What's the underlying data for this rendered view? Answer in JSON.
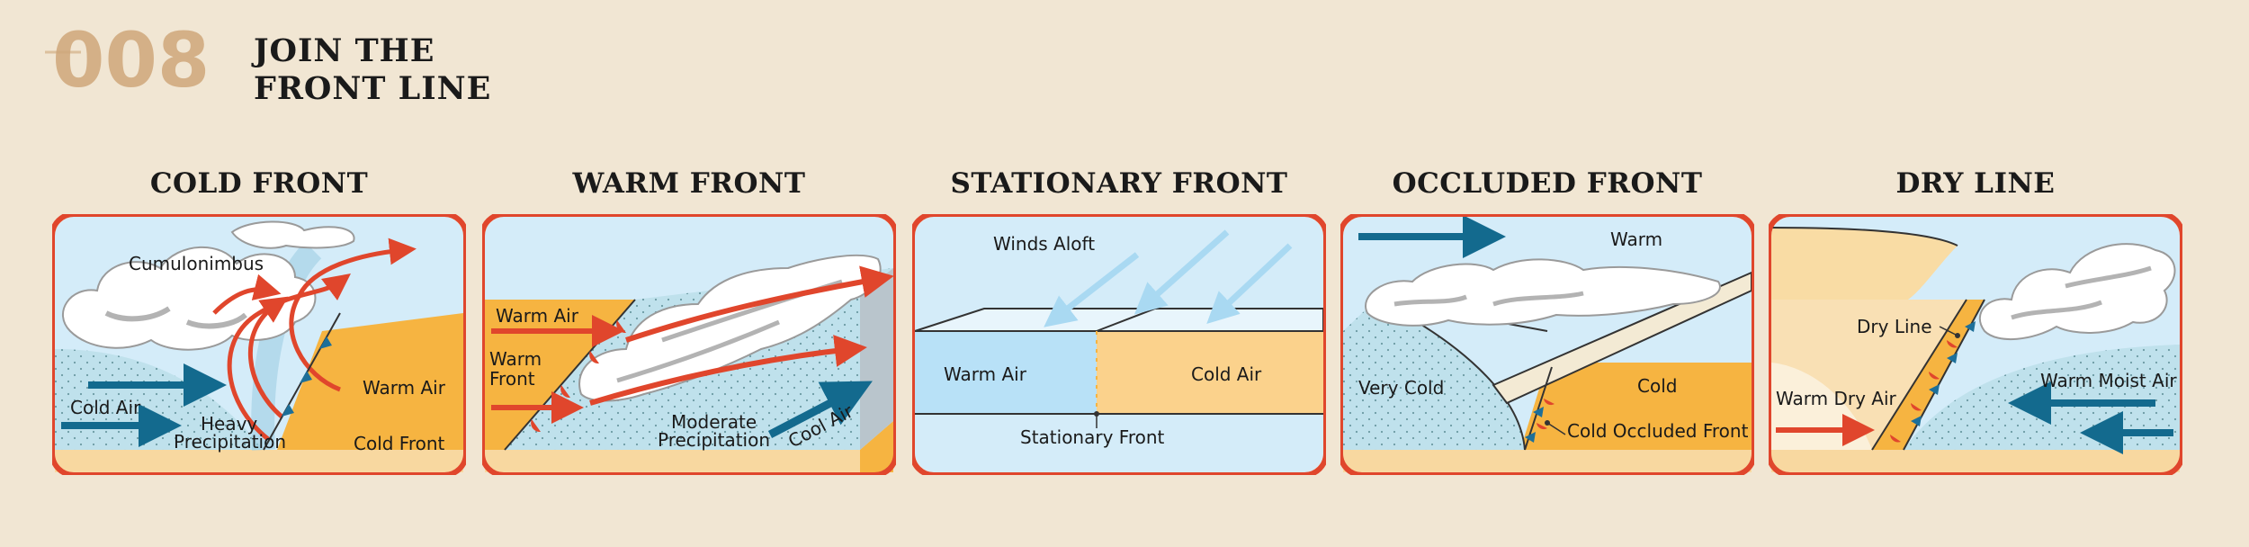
{
  "header": {
    "number": "008",
    "title_line1": "JOIN THE",
    "title_line2": "FRONT LINE"
  },
  "panels": [
    {
      "title": "COLD FRONT",
      "labels": {
        "cloud": "Cumulonimbus",
        "warm_air": "Warm Air",
        "cold_air": "Cold Air",
        "precip_1": "Heavy",
        "precip_2": "Precipitation",
        "front": "Cold Front"
      }
    },
    {
      "title": "WARM FRONT",
      "labels": {
        "warm_air": "Warm Air",
        "front_1": "Warm",
        "front_2": "Front",
        "precip_1": "Moderate",
        "precip_2": "Precipitation",
        "cool_air": "Cool Air"
      }
    },
    {
      "title": "STATIONARY FRONT",
      "labels": {
        "winds": "Winds Aloft",
        "warm_air": "Warm Air",
        "cold_air": "Cold Air",
        "front": "Stationary Front"
      }
    },
    {
      "title": "OCCLUDED FRONT",
      "labels": {
        "warm": "Warm",
        "very_cold": "Very Cold",
        "cold": "Cold",
        "front": "Cold Occluded Front"
      }
    },
    {
      "title": "DRY LINE",
      "labels": {
        "dry_line": "Dry Line",
        "warm_dry": "Warm Dry Air",
        "warm_moist": "Warm Moist Air"
      }
    }
  ],
  "colors": {
    "frame": "#e0462c",
    "sky": "#d4ecf9",
    "warm": "#f6b441",
    "cold": "#bfe1ec",
    "arrow_red": "#e0462c",
    "arrow_blue": "#136a8e",
    "front_blue": "#1d6f99"
  }
}
